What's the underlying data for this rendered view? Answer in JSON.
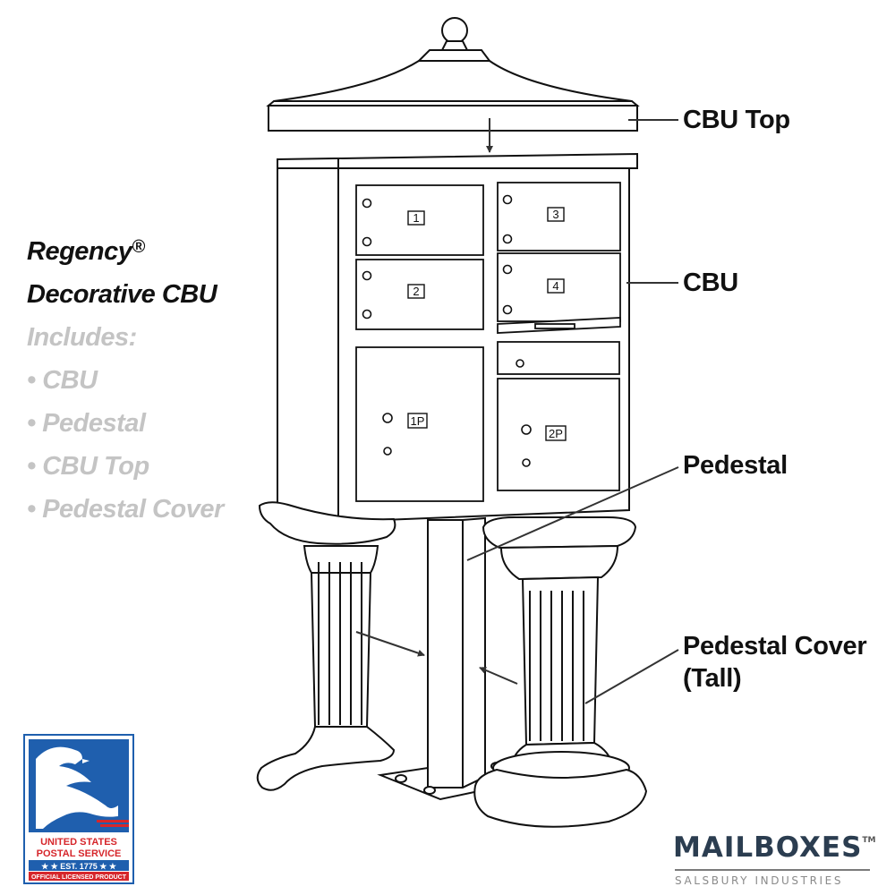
{
  "product": {
    "title_line1": "Regency",
    "trademark": "®",
    "title_line2": "Decorative CBU",
    "includes_heading": "Includes:",
    "includes": [
      "• CBU",
      "• Pedestal",
      "• CBU Top",
      "• Pedestal Cover"
    ]
  },
  "callouts": {
    "cbu_top": "CBU Top",
    "cbu": "CBU",
    "pedestal": "Pedestal",
    "pedestal_cover_line1": "Pedestal Cover",
    "pedestal_cover_line2": "(Tall)"
  },
  "doors": [
    "1",
    "2",
    "3",
    "4",
    "1P",
    "2P"
  ],
  "usps_badge": {
    "line1": "UNITED STATES",
    "line2": "POSTAL SERVICE",
    "line3": "★ ★ EST. 1775 ★ ★",
    "line4": "OFFICIAL LICENSED PRODUCT",
    "blue": "#1f5fae",
    "red": "#d6262b"
  },
  "brand": {
    "name": "MAILBOXES",
    "tm": "TM",
    "sub": "SALSBURY INDUSTRIES",
    "color": "#2b3d50"
  }
}
